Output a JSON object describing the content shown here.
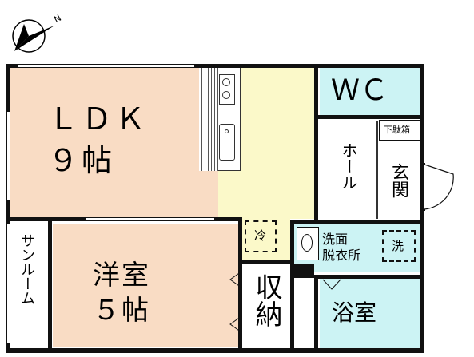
{
  "compass": {
    "north_letter": "N"
  },
  "rooms": {
    "ldk": {
      "line1": "ＬＤＫ",
      "line2": "９帖"
    },
    "western": {
      "line1": "洋室",
      "line2": "５帖"
    },
    "wc": {
      "label": "ＷＣ"
    },
    "hall": {
      "label": "ホール"
    },
    "entrance": {
      "label": "玄関"
    },
    "shoe_box": {
      "label": "下駄箱"
    },
    "washroom": {
      "line1": "洗面",
      "line2": "脱衣所"
    },
    "washer": {
      "label": "洗"
    },
    "fridge": {
      "label": "冷"
    },
    "storage": {
      "label": "収納"
    },
    "bath": {
      "label": "浴室"
    },
    "sunroom": {
      "label": "サンルーム"
    }
  },
  "colors": {
    "ldk_floor": "#f9dcc4",
    "kitchen_floor": "#fbf9c9",
    "wet_area": "#ccf3f4",
    "wall": "#111111"
  }
}
